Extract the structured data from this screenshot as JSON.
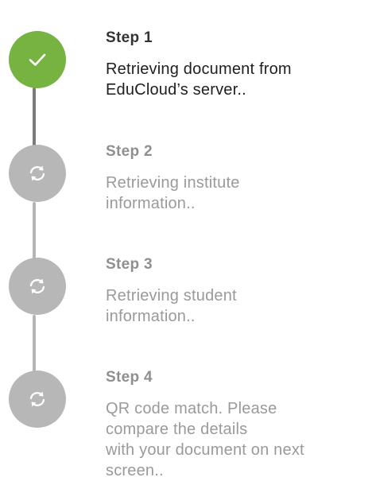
{
  "steps": [
    {
      "title": "Step 1",
      "description": "Retrieving document from\nEduCloud’s server..",
      "status": "completed",
      "icon": "checkmark-icon"
    },
    {
      "title": "Step 2",
      "description": "Retrieving institute\ninformation..",
      "status": "pending",
      "icon": "refresh-icon"
    },
    {
      "title": "Step 3",
      "description": "Retrieving student\ninformation..",
      "status": "pending",
      "icon": "refresh-icon"
    },
    {
      "title": "Step 4",
      "description": "QR code match. Please\ncompare the details\nwith your document on next\nscreen..",
      "status": "pending",
      "icon": "refresh-icon"
    }
  ],
  "colors": {
    "completed": "#76b340",
    "pending": "#b7b7b7",
    "connector_active": "#7b7b7b",
    "connector_inactive": "#b5b5b5"
  }
}
